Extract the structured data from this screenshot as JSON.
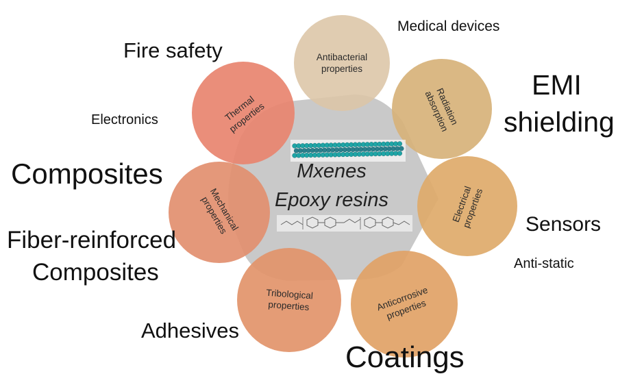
{
  "center": {
    "line1": "Mxenes",
    "line2": "Epoxy resins",
    "fill": "#c6c6c6"
  },
  "properties": [
    {
      "key": "antibacterial",
      "line1": "Antibacterial",
      "line2": "properties",
      "color": "#dcc5a6"
    },
    {
      "key": "radiation",
      "line1": "Radiation",
      "line2": "absorption",
      "color": "#d7b27a"
    },
    {
      "key": "electrical",
      "line1": "Electrical",
      "line2": "properties",
      "color": "#deaa6a"
    },
    {
      "key": "anticorrosive",
      "line1": "Anticorrosive",
      "line2": "properties",
      "color": "#e1a266"
    },
    {
      "key": "tribological",
      "line1": "Tribological",
      "line2": "properties",
      "color": "#e2946a"
    },
    {
      "key": "mechanical",
      "line1": "Mechanical",
      "line2": "properties",
      "color": "#e28f6f"
    },
    {
      "key": "thermal",
      "line1": "Thermal",
      "line2": "properties",
      "color": "#e8846f"
    }
  ],
  "applications": {
    "medical_devices": "Medical devices",
    "fire_safety": "Fire safety",
    "electronics": "Electronics",
    "emi_line1": "EMI",
    "emi_line2": "shielding",
    "composites": "Composites",
    "fiber_line1": "Fiber-reinforced",
    "fiber_line2": "Composites",
    "sensors": "Sensors",
    "anti_static": "Anti-static",
    "adhesives": "Adhesives",
    "coatings": "Coatings"
  },
  "icons": {
    "nanosheet": "mxene-layered-nanosheet-icon",
    "structure": "epoxy-molecular-structure-icon"
  }
}
